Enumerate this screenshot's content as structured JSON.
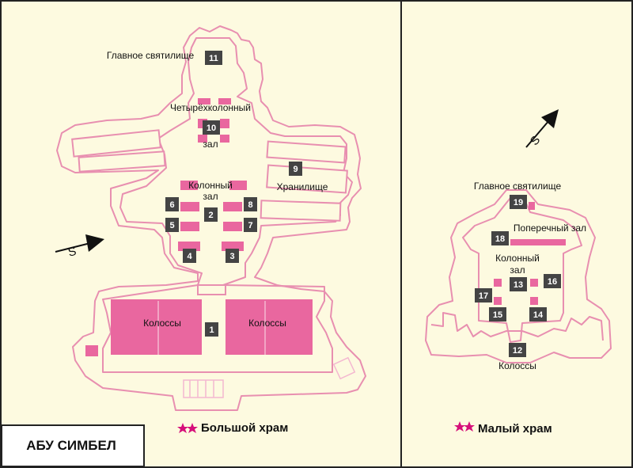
{
  "title": "АБУ СИМБЕЛ",
  "great_temple": {
    "caption": "Большой храм",
    "labels": {
      "sanctuary": "Главное святилище",
      "four_column_hall": "Четырёхколонный",
      "four_column_hall_2": "зал",
      "column_hall": "Колонный",
      "column_hall_2": "зал",
      "storage": "Хранилище",
      "colossi_left": "Колоссы",
      "colossi_right": "Колоссы"
    },
    "markers": [
      "1",
      "2",
      "3",
      "4",
      "5",
      "6",
      "7",
      "8",
      "9",
      "10",
      "11"
    ]
  },
  "small_temple": {
    "caption": "Малый храм",
    "labels": {
      "sanctuary": "Главное святилище",
      "transverse_hall": "Поперечный зал",
      "column_hall": "Колонный",
      "column_hall_2": "зал",
      "colossi": "Колоссы"
    },
    "markers": [
      "12",
      "13",
      "14",
      "15",
      "16",
      "17",
      "18",
      "19"
    ]
  },
  "compass": {
    "letter": "S"
  },
  "colors": {
    "background": "#fdfae0",
    "outline": "#e88fb0",
    "fill": "#e9679f",
    "marker": "#444444",
    "star": "#d6107a"
  }
}
